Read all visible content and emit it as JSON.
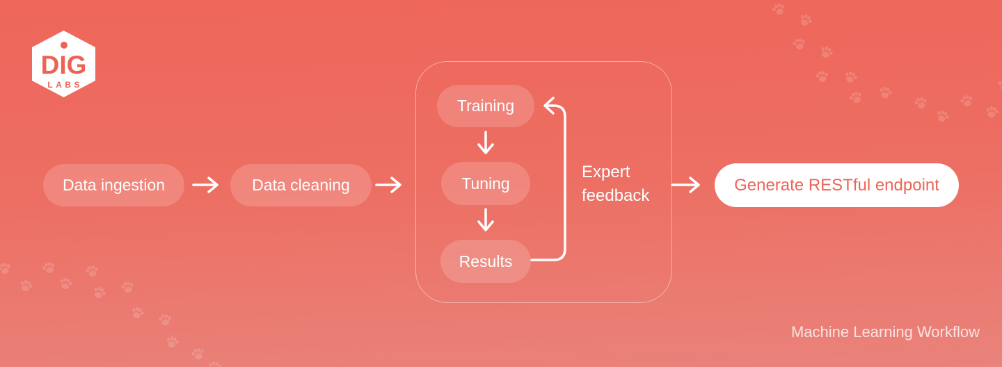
{
  "logo": {
    "brand": "DIG",
    "sub": "LABS"
  },
  "workflow": {
    "pipeline": [
      {
        "label": "Data ingestion"
      },
      {
        "label": "Data cleaning"
      }
    ],
    "loop": {
      "steps": [
        {
          "label": "Training"
        },
        {
          "label": "Tuning"
        },
        {
          "label": "Results"
        }
      ],
      "feedback_label": "Expert feedback"
    },
    "endpoint": {
      "label": "Generate RESTful endpoint"
    }
  },
  "caption": "Machine Learning Workflow",
  "icons": {
    "decoration": "paw-print-icon",
    "logo_badge": "hexagon-badge",
    "connectors": "arrow-icon"
  },
  "colors": {
    "background_top": "#ee665a",
    "background_bottom": "#e9837b",
    "accent": "#ea6557",
    "pill_fill": "rgba(255,255,255,0.17)",
    "text_on_dark": "#ffffff",
    "logo_text": "#ec6355"
  }
}
